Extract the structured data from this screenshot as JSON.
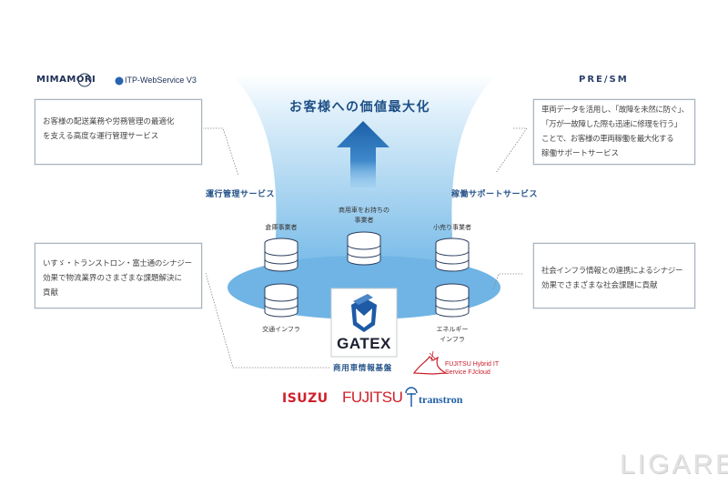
{
  "logos": {
    "mimamori": "MIMAMORI",
    "itp": "ITP-WebService V3",
    "prism": "PRE/SM",
    "fujitsu_cloud_line1": "FUJITSU Hybrid IT",
    "fujitsu_cloud_line2": "Service FJcloud",
    "isuzu": "ISUZU",
    "fujitsu": "FUJITSU",
    "transtron": "transtron"
  },
  "headline": "お客様への価値最大化",
  "services": {
    "left": "運行管理サービス",
    "right": "稼働サポートサービス"
  },
  "boxes": {
    "top_left": [
      "お客様の配送業務や労務管理の最適化",
      "を支える高度な運行管理サービス"
    ],
    "top_right": [
      "車両データを活用し、「故障を未然に防ぐ」、",
      "「万が一故障した際も迅速に修理を行う」",
      "ことで、お客様の車両稼働を最大化する",
      "稼働サポートサービス"
    ],
    "bottom_left": [
      "いすゞ・トランストロン・富士通のシナジー",
      "効果で物流業界のさまざまな課題解決に",
      "貢献"
    ],
    "bottom_right": [
      "社会インフラ情報との連携によるシナジー",
      "効果でさまざまな社会課題に貢献"
    ]
  },
  "nodes": {
    "center_top": [
      "商用車をお持ちの",
      "事業者"
    ],
    "left_top": "倉庫事業者",
    "right_top": "小売り事業者",
    "left_bottom": "交通インフラ",
    "right_bottom": [
      "エネルギー",
      "インフラ"
    ]
  },
  "platform": {
    "name": "GATEX",
    "label": "商用車情報基盤"
  },
  "watermark": "LIGARE",
  "colors": {
    "funnel_top": "#ffffff",
    "funnel_bottom": "#6fb6e6",
    "ellipse": "#6fb4e4",
    "arrow": "#1d64ad",
    "text_blue": "#27548a",
    "brand_red": "#d0202a"
  }
}
